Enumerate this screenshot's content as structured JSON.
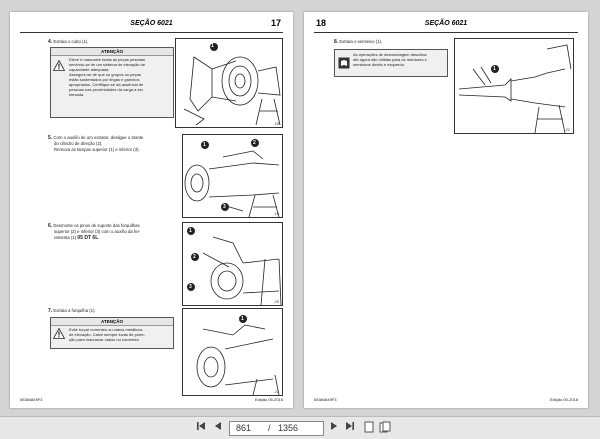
{
  "pages": [
    {
      "section": "SEÇÃO 6021",
      "page_number": "17",
      "doc_code": "65384849F3",
      "edition": "Edição 05-2016",
      "step4": {
        "num": "4.",
        "text": "Extraia o cubo (1)."
      },
      "warn1": {
        "title": "ATENÇÃO",
        "l1": "Eleve e manuseie todas as peças pesadas",
        "l2": "servindo-se de um sistema de elevação de",
        "l3": "capacidade adequada.",
        "l4": "Assegure-se de que os grupos ou peças",
        "l5": "estão sustentados por lingas e ganchos",
        "l6": "apropriados. Certifique-se da ausência de",
        "l7": "pessoas nas proximidades da carga a ser",
        "l8": "elevada."
      },
      "fig18": "18",
      "step5": {
        "num": "5.",
        "l1": "Com o auxílio de um extrator, desligue o tirante",
        "l2": "do cilindro de direção (2).",
        "l3": "Remova as tampas superior (1) e inferior (3)."
      },
      "fig19": "19",
      "step6": {
        "num": "6.",
        "l1": "Desmonte os pinos de suporte das forquilhas",
        "l2": "superior (2) e inferior (3) com o auxílio da fer-",
        "l3": "ramenta (1) ",
        "l3b": "05 DT 6L",
        "l3c": "."
      },
      "fig20": "20",
      "step7": {
        "num": "7.",
        "text": "Extraia a forquilha (1)."
      },
      "warn2": {
        "title": "ATENÇÃO",
        "l1": "Evite forçar correntes ou cabos metálicos",
        "l2": "de elevação. Calce sempre luvas de prote-",
        "l3": "ção para manusear cabos ou correntes."
      },
      "fig21": "21",
      "callouts": {
        "c1": "1",
        "c2": "2",
        "c3": "3"
      }
    },
    {
      "section": "SEÇÃO 6021",
      "page_number": "18",
      "doc_code": "65384849F3",
      "edition": "Edição 05-2016",
      "step8": {
        "num": "8.",
        "text": "Extraia o semieixo (1)."
      },
      "note": {
        "l1": "As operações de desmontagem descritas",
        "l2": "até agora são válidas para os redutores e",
        "l3": "semieixos direito e esquerdo."
      },
      "fig22": "22",
      "callouts": {
        "c1": "1"
      }
    }
  ],
  "toolbar": {
    "current_page": "861",
    "separator": "/",
    "total_pages": "1356"
  }
}
